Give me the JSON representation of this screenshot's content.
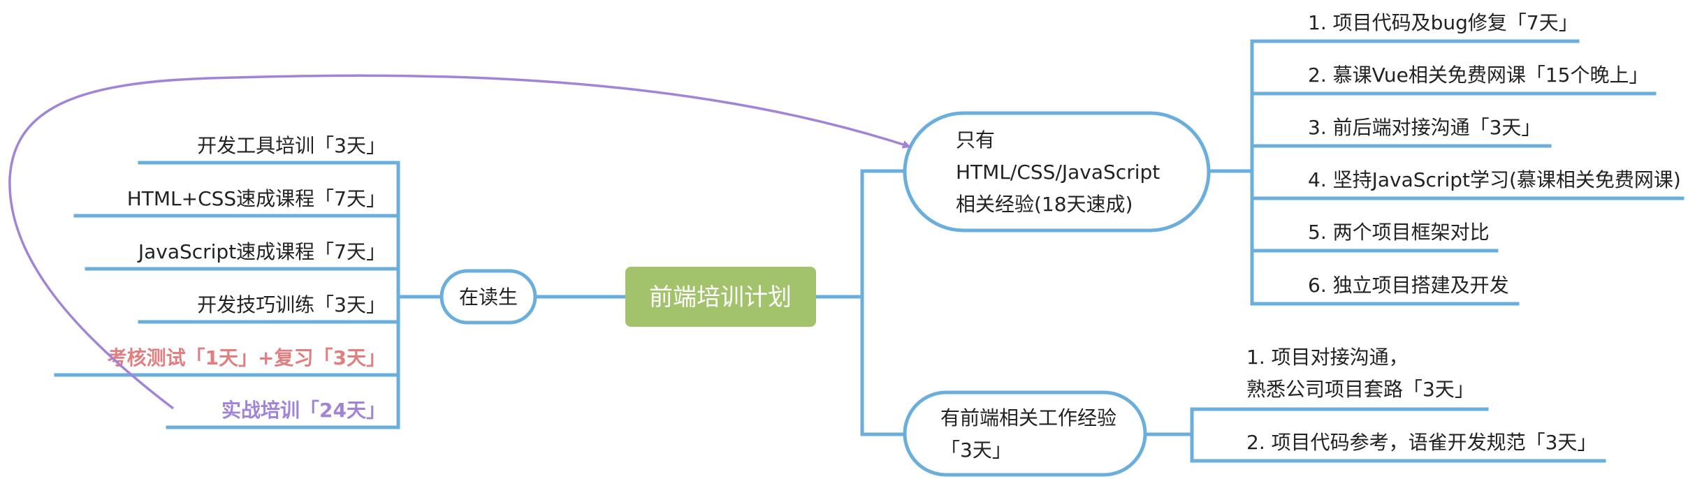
{
  "colors": {
    "line": "#6aaedc",
    "root_fill": "#a2c36b",
    "root_text": "#ffffff",
    "text": "#222222",
    "highlight_red": "#e07f80",
    "highlight_purple": "#a184d8",
    "arrow": "#a184d8"
  },
  "root": {
    "label": "前端培训计划"
  },
  "left": {
    "branch_label": "在读生",
    "items": [
      {
        "label": "开发工具培训「3天」",
        "style": "normal"
      },
      {
        "label": "HTML+CSS速成课程「7天」",
        "style": "normal"
      },
      {
        "label": "JavaScript速成课程「7天」",
        "style": "normal"
      },
      {
        "label": "开发技巧训练「3天」",
        "style": "normal"
      },
      {
        "label": "考核测试「1天」+复习「3天」",
        "style": "red"
      },
      {
        "label": "实战培训「24天」",
        "style": "purple"
      }
    ]
  },
  "right_top": {
    "branch_lines": [
      "只有",
      "HTML/CSS/JavaScript",
      "相关经验(18天速成)"
    ],
    "items": [
      {
        "label": "1. 项目代码及bug修复「7天」"
      },
      {
        "label": "2. 慕课Vue相关免费网课「15个晚上」"
      },
      {
        "label": "3. 前后端对接沟通「3天」"
      },
      {
        "label": "4. 坚持JavaScript学习(慕课相关免费网课)"
      },
      {
        "label": "5. 两个项目框架对比"
      },
      {
        "label": "6. 独立项目搭建及开发"
      }
    ]
  },
  "right_bottom": {
    "branch_lines": [
      "有前端相关工作经验",
      "「3天」"
    ],
    "items": [
      {
        "lines": [
          "1. 项目对接沟通，",
          "熟悉公司项目套路「3天」"
        ]
      },
      {
        "lines": [
          "2. 项目代码参考，语雀开发规范「3天」"
        ]
      }
    ]
  }
}
